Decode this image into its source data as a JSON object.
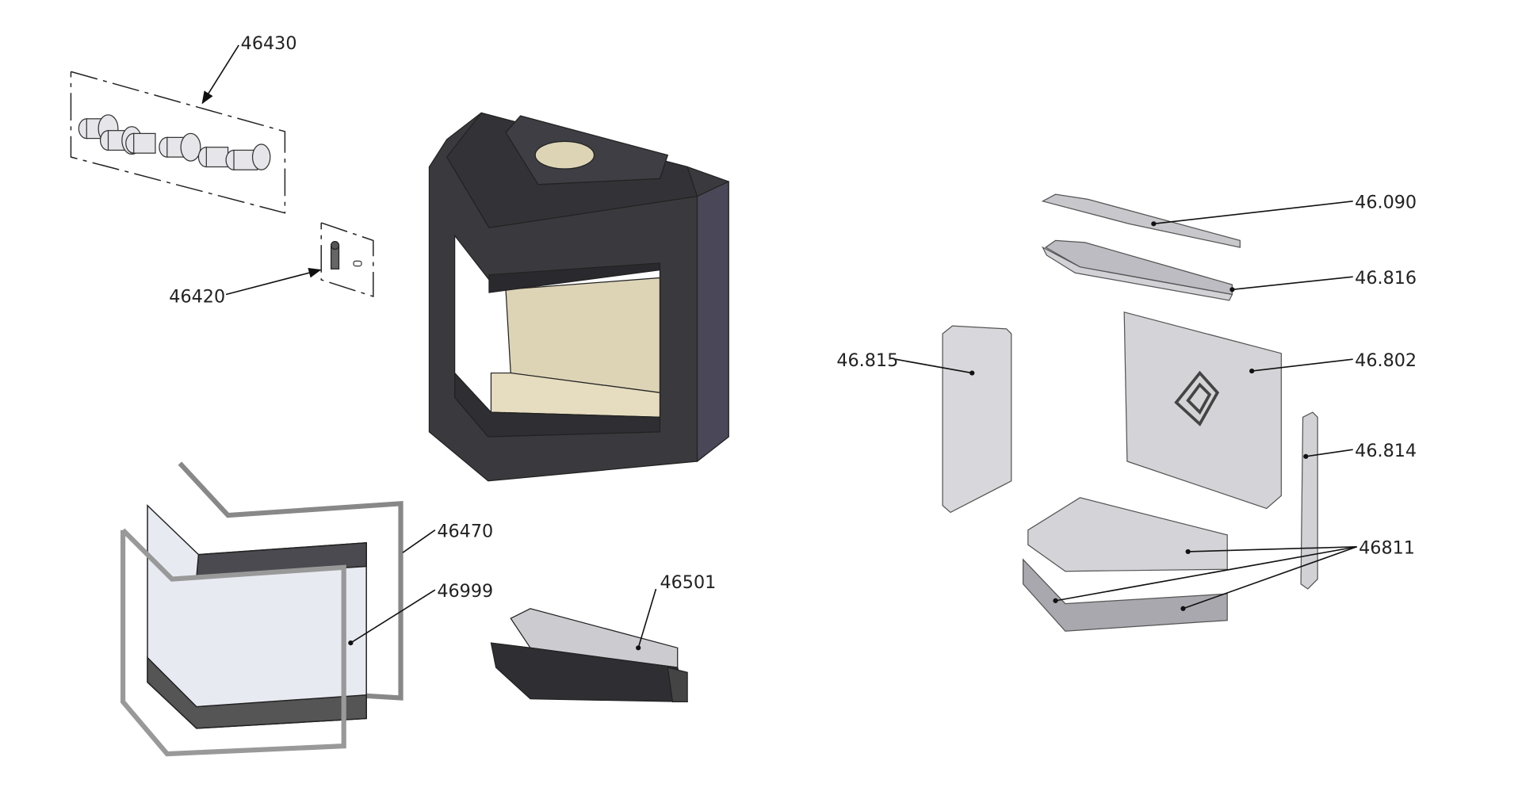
{
  "diagram": {
    "type": "exploded-parts-view",
    "colors": {
      "steel": "#3a3a3e",
      "side_panel": "#4a4858",
      "liner": "#ddd4b6",
      "vermiculite": "#d9d9dc",
      "glass": "#e8eaf2"
    },
    "parts": [
      {
        "id": "p46430",
        "label": "46430"
      },
      {
        "id": "p46420",
        "label": "46420"
      },
      {
        "id": "p46470",
        "label": "46470"
      },
      {
        "id": "p46999",
        "label": "46999"
      },
      {
        "id": "p46501",
        "label": "46501"
      },
      {
        "id": "p46090",
        "label": "46.090"
      },
      {
        "id": "p46816",
        "label": "46.816"
      },
      {
        "id": "p46815",
        "label": "46.815"
      },
      {
        "id": "p46802",
        "label": "46.802"
      },
      {
        "id": "p46814",
        "label": "46.814"
      },
      {
        "id": "p46811",
        "label": "46811"
      }
    ]
  }
}
